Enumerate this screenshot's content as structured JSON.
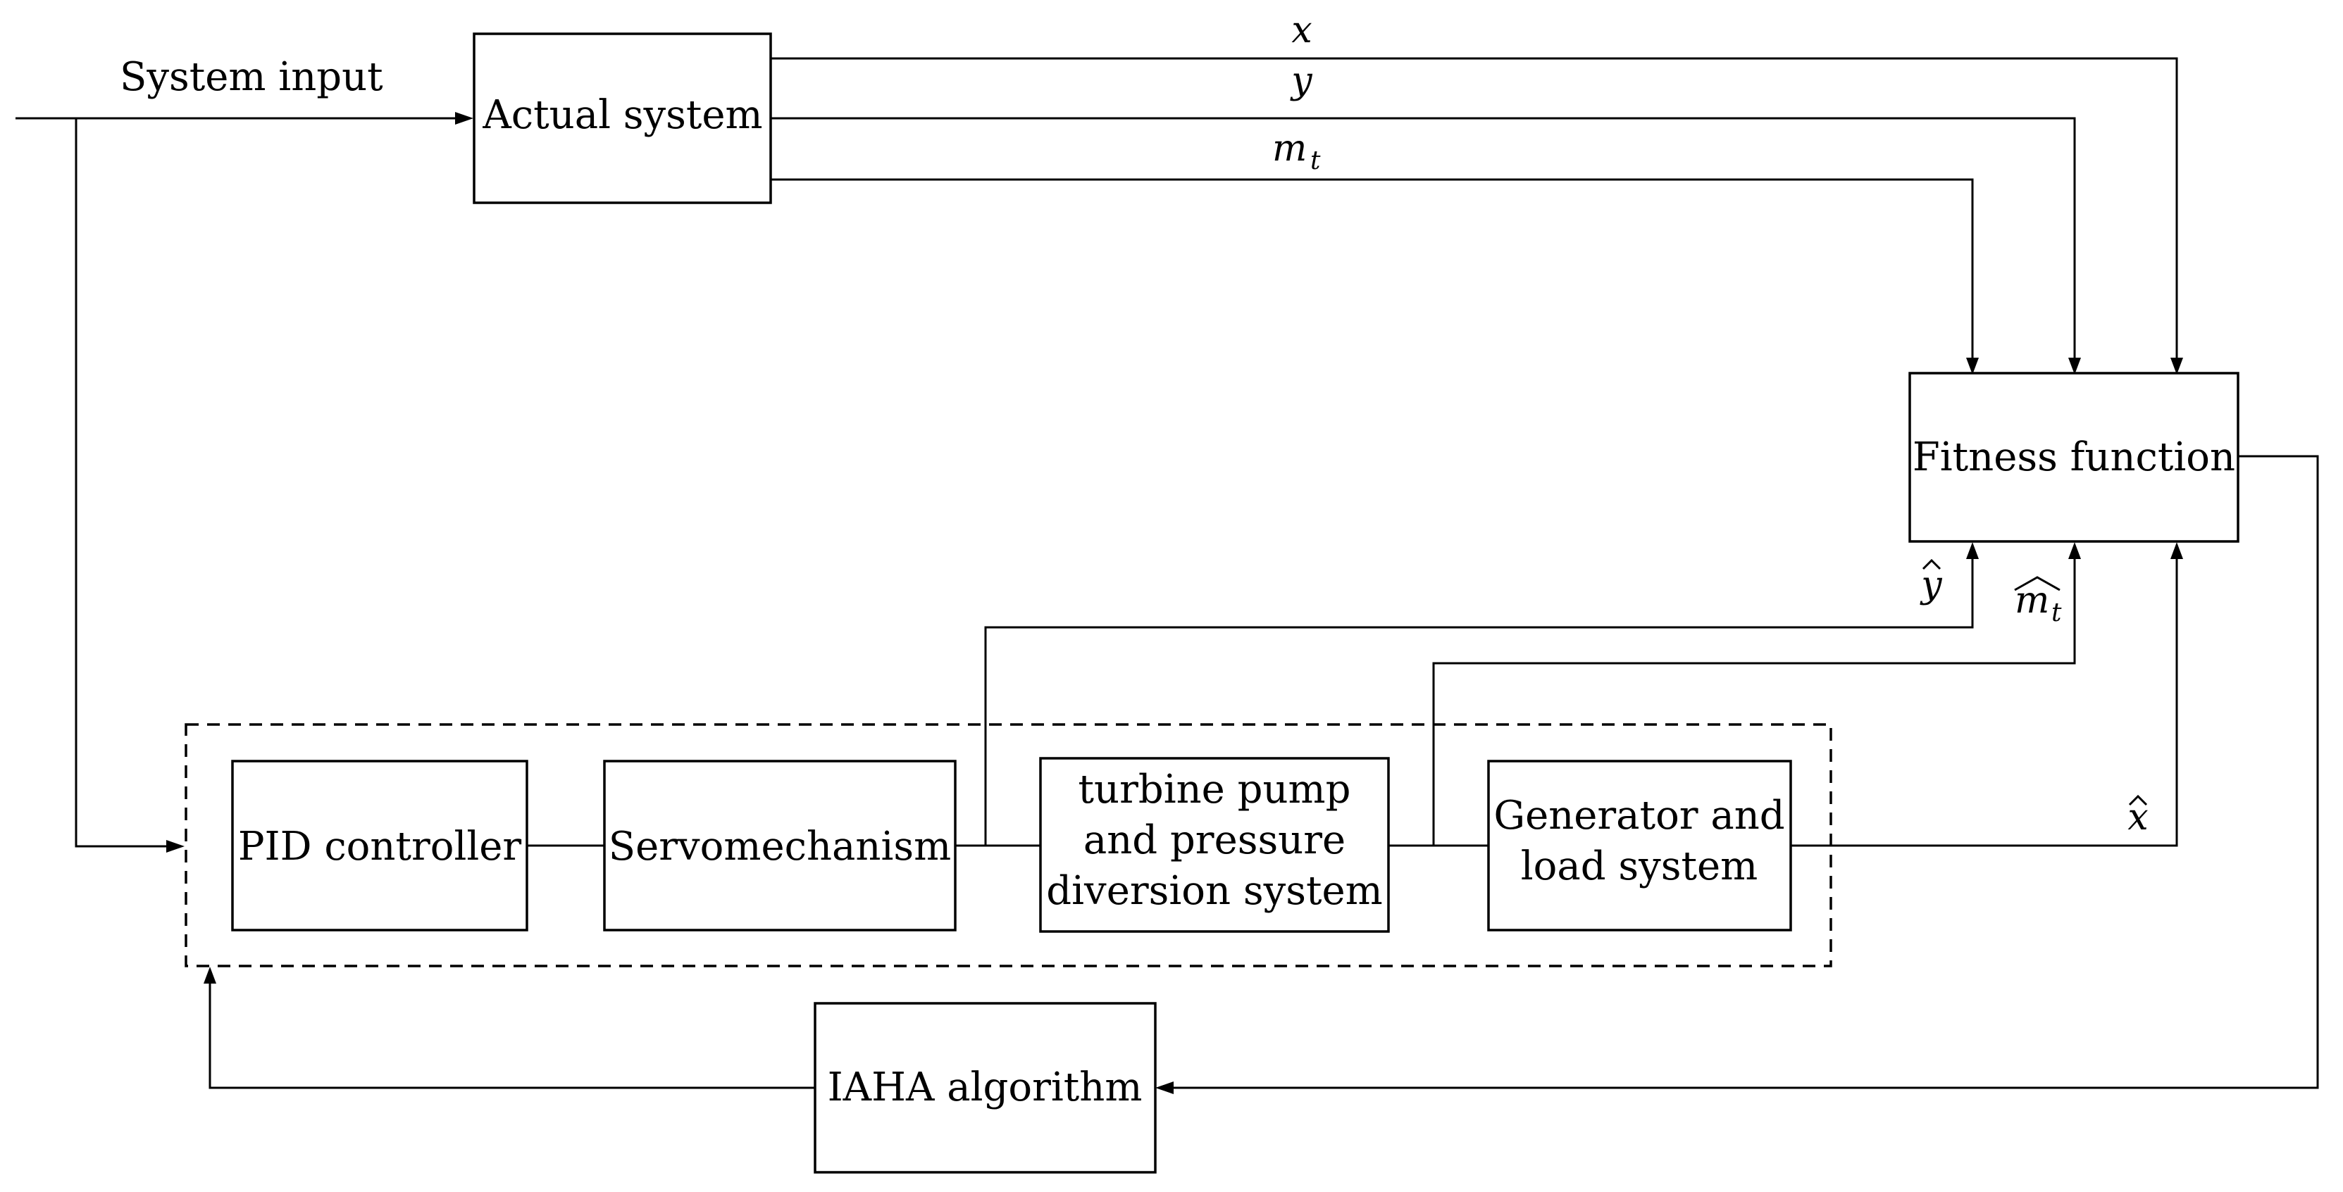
{
  "diagram": {
    "input_label": "System input",
    "blocks": {
      "actual_system": "Actual system",
      "fitness_function": "Fitness function",
      "pid_controller": "PID controller",
      "servomechanism": "Servomechanism",
      "turbine": [
        "turbine pump",
        "and pressure",
        "diversion system"
      ],
      "generator": [
        "Generator and",
        "load system"
      ],
      "iaha": "IAHA algorithm"
    },
    "signals": {
      "x": "x",
      "y": "y",
      "m": "m",
      "t": "t",
      "y_hat": "y",
      "m_hat": "m",
      "x_hat": "x"
    }
  }
}
